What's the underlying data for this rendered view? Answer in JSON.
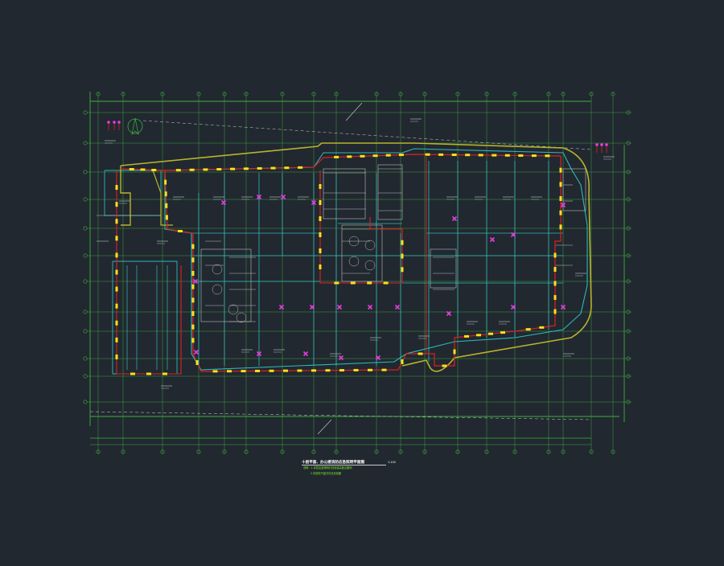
{
  "drawing": {
    "title": "十层平面、办公楼消防应急照明平面图",
    "scale": "1:100",
    "note_1": "说明：1.本层应急照明灯具安装高度见图例",
    "note_2": "2.本层电气竖井详见系统图"
  },
  "colors": {
    "background": "#212830",
    "grid": "#3fae3f",
    "wall": "#2fb8b8",
    "partition": "#bcbcbc",
    "facade": "#b8b42c",
    "circuit": "#e02020",
    "fixture": "#f2e41a",
    "junction": "#e63ce0",
    "dim": "#cfcfcf",
    "title": "#ffffff",
    "note": "#7cf020"
  }
}
